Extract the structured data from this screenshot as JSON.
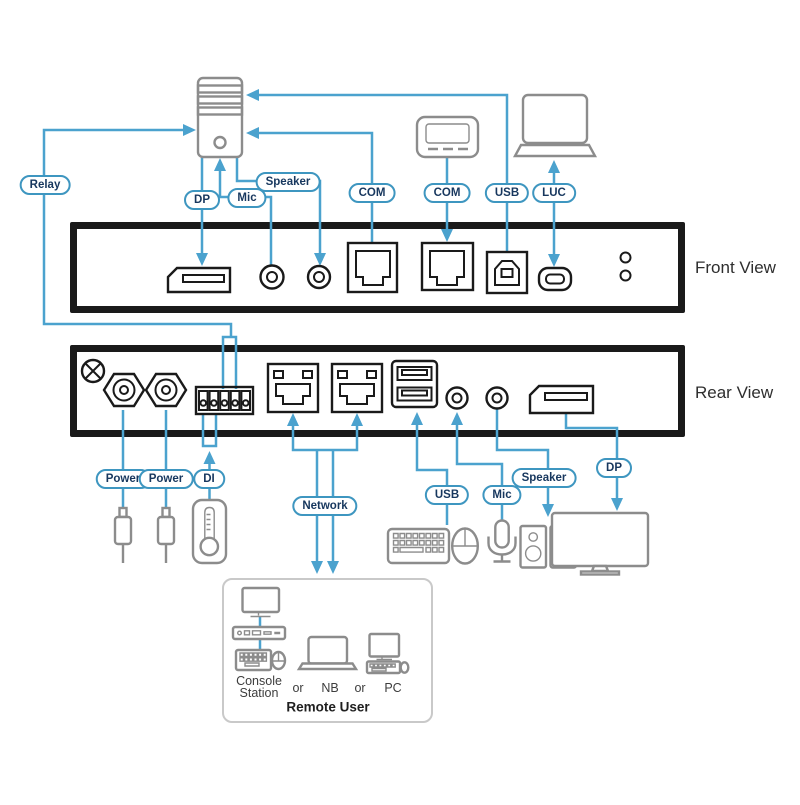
{
  "front": {
    "title": "Front View",
    "labels": {
      "relay": "Relay",
      "dp": "DP",
      "mic": "Mic",
      "speaker": "Speaker",
      "com1": "COM",
      "com2": "COM",
      "usb": "USB",
      "luc": "LUC"
    }
  },
  "rear": {
    "title": "Rear View",
    "labels": {
      "power1": "Power",
      "power2": "Power",
      "di": "DI",
      "network": "Network",
      "usb": "USB",
      "mic": "Mic",
      "speaker": "Speaker",
      "dp": "DP"
    }
  },
  "remote": {
    "console1": "Console",
    "console2": "Station",
    "or1": "or",
    "nb": "NB",
    "or2": "or",
    "pc": "PC",
    "title": "Remote User"
  },
  "colors": {
    "line_blue": "#4BA2CE",
    "pill_border": "#3E96C0",
    "pill_text": "#17375E",
    "panel_black": "#1A1A1A",
    "device_gray": "#8C8C8C",
    "remote_box_border": "#C9C9C9"
  },
  "icons": {
    "top": [
      "tower-pc-icon",
      "serial-device-icon",
      "laptop-icon"
    ],
    "front_ports": [
      "displayport-port",
      "mic-jack-port",
      "speaker-jack-port",
      "rj45-port",
      "rj45-port",
      "usb-b-port",
      "mini-usb-port",
      "led-indicators"
    ],
    "rear_ports": [
      "screw",
      "power-socket",
      "power-socket",
      "terminal-block",
      "rj45-port",
      "rj45-port",
      "dual-usb-a-port",
      "mic-jack-port",
      "speaker-jack-port",
      "displayport-port"
    ],
    "bottom": [
      "power-plug-icon",
      "power-plug-icon",
      "thermometer-icon",
      "keyboard-icon",
      "mouse-icon",
      "microphone-icon",
      "speakers-icon",
      "monitor-icon"
    ],
    "remote": [
      "monitor-icon",
      "console-station-icon",
      "keyboard-icon",
      "mouse-icon",
      "notebook-icon",
      "pc-icon"
    ]
  }
}
